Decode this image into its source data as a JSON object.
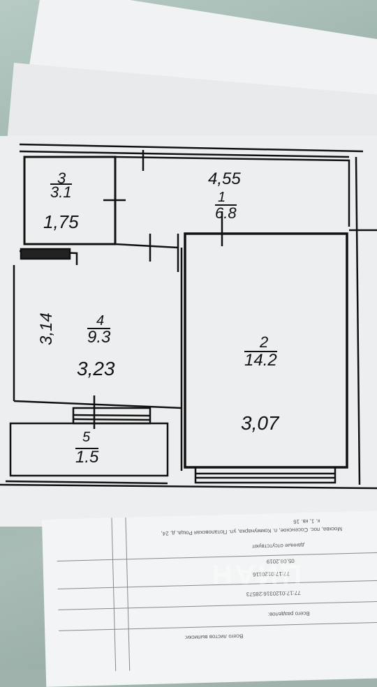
{
  "rooms": {
    "r3": {
      "number": "3",
      "area": "3.1",
      "dimension": "1,75"
    },
    "r1": {
      "dimension_top": "4,55",
      "number": "1",
      "area": "6.8"
    },
    "r4": {
      "number": "4",
      "area": "9.3",
      "dimension": "3,23",
      "dimension_side": "3,14"
    },
    "r2": {
      "number": "2",
      "area": "14.2",
      "dimension": "3,07"
    },
    "r5": {
      "number": "5",
      "area": "1.5"
    }
  },
  "document": {
    "lines": [
      "Москва, пос. Сосенское, п. Коммунарка, ул. Потаповская Роща, д. 24,",
      "к. 1, кв. 16",
      "данные отсутствуют",
      "05.08.2019",
      "77:17:0120116",
      "77:17:0120316:28573",
      "Всего разделов:",
      "Всего листов выписки:"
    ],
    "watermark": "ЦИАН"
  },
  "colors": {
    "ink": "#111111",
    "paper": "#eceef0",
    "fabric": "#9fb3ac"
  }
}
